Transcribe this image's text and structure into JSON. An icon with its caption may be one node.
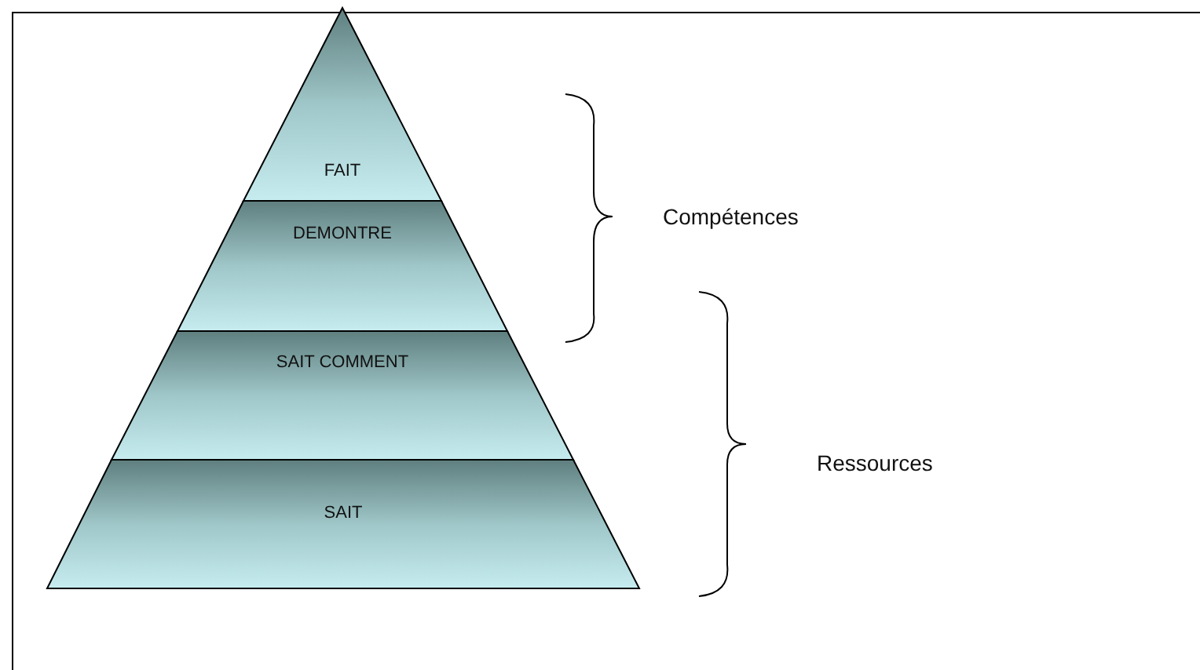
{
  "diagram": {
    "nodes": [
      {
        "text": [
          "FAIT"
        ]
      },
      {
        "text": [
          "DEMONTRE"
        ]
      },
      {
        "text": [
          "SAIT COMMENT"
        ]
      },
      {
        "text": [
          "SAIT"
        ]
      }
    ],
    "labels": [
      "Compétences",
      "Ressources"
    ]
  }
}
